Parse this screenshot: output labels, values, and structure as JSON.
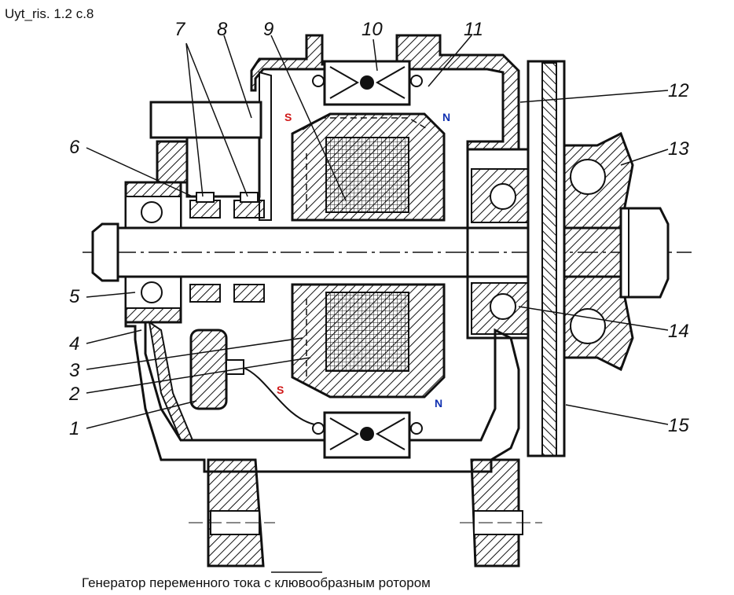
{
  "reference": "Uyt_ris. 1.2 c.8",
  "caption": "Генератор переменного тока с клювообразным ротором",
  "callouts": [
    "1",
    "2",
    "3",
    "4",
    "5",
    "6",
    "7",
    "8",
    "9",
    "10",
    "11",
    "12",
    "13",
    "14",
    "15"
  ],
  "poles": {
    "s": "S",
    "n": "N"
  },
  "colors": {
    "ink": "#111111",
    "pole_s": "#d01818",
    "pole_n": "#1030b0",
    "paper": "#ffffff"
  }
}
